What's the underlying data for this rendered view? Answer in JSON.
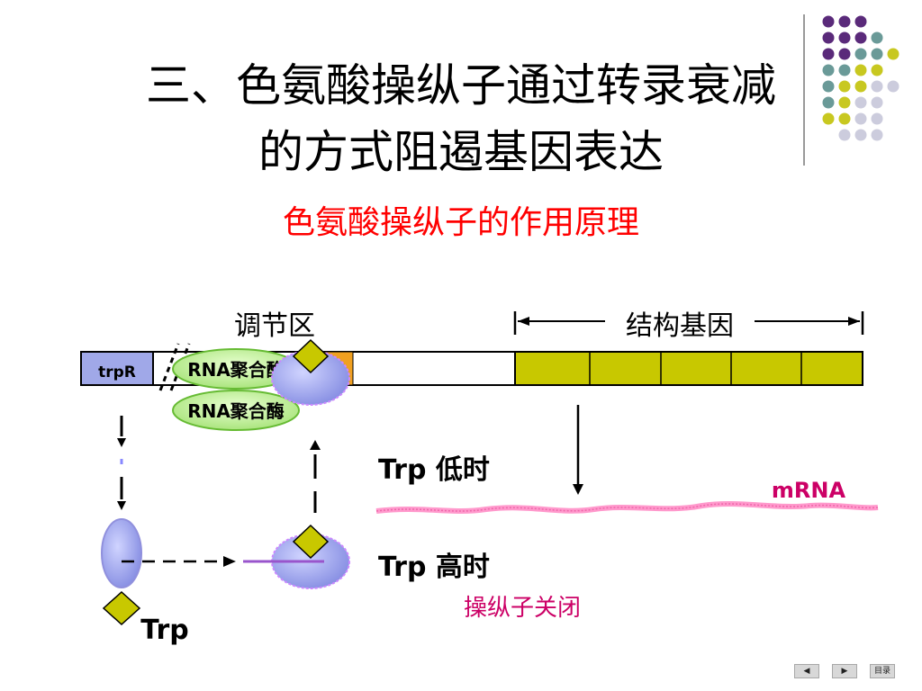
{
  "title": {
    "line1": "三、色氨酸操纵子通过转录衰减",
    "line2": "的方式阻遏基因表达"
  },
  "subtitle": "色氨酸操纵子的作用原理",
  "diagram": {
    "regulatory_region_label": "调节区",
    "structural_genes_label": "结构基因",
    "trpR_label": "trpR",
    "rna_polymerase_label": "RNA聚合酶",
    "trp_low_label": "Trp 低时",
    "trp_high_label": "Trp 高时",
    "mrna_label": "mRNA",
    "operator_closed_label": "操纵子关闭",
    "trp_label": "Trp"
  },
  "nav": {
    "prev_icon": "prev-arrow-icon",
    "next_icon": "next-arrow-icon",
    "home_label": "目录"
  },
  "colors": {
    "gene_fill": "#c8c800",
    "operator_orange": "#f0a020",
    "repressor_purple": "#a0a8e8",
    "polymerase_green": "#b8e880",
    "mrna_pink": "#ff99cc",
    "title_red": "#ff0000",
    "label_crimson": "#cc0066"
  }
}
